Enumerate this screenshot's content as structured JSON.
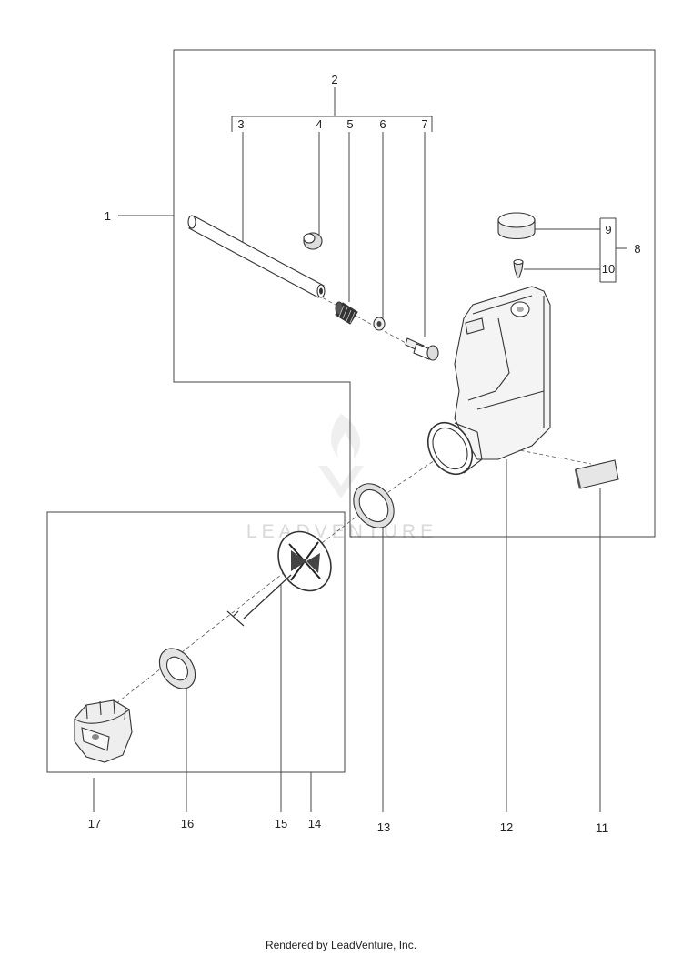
{
  "watermark": "LEADVENTURE",
  "footer": "Rendered by LeadVenture, Inc.",
  "callouts": {
    "c1": "1",
    "c2": "2",
    "c3": "3",
    "c4": "4",
    "c5": "5",
    "c6": "6",
    "c7": "7",
    "c8": "8",
    "c9": "9",
    "c10": "10",
    "c11": "11",
    "c12": "12",
    "c13": "13",
    "c14": "14",
    "c15": "15",
    "c16": "16",
    "c17": "17"
  }
}
